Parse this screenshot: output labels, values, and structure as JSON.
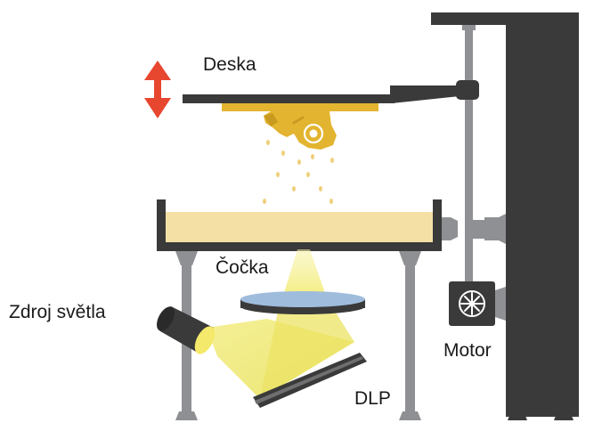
{
  "diagram": {
    "labels": {
      "platform": "Deska",
      "lens": "Čočka",
      "light_source": "Zdroj světla",
      "motor": "Motor",
      "dlp": "DLP"
    },
    "icons": {
      "motion_arrow": "up-down-arrow-icon",
      "motor_fan": "fan-icon",
      "printed_object": "resin-print-object"
    },
    "colors": {
      "frame": "#3a3a3a",
      "frame_light": "#8f9093",
      "arrow": "#e8472f",
      "print": "#e3b42f",
      "resin": "#f4e0a5",
      "light_beam": "#f1ea6a",
      "lens_top": "#9fbcdc"
    }
  }
}
